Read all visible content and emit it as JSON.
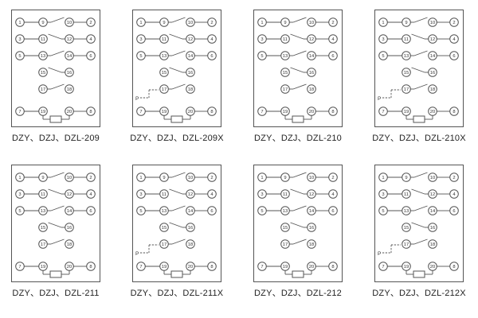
{
  "p_label": "P",
  "colors": {
    "line": "#555555",
    "text": "#333333",
    "panel_border": "#555555",
    "background": "#ffffff"
  },
  "terminal_rows": [
    {
      "left": "1",
      "a": "9",
      "b": "10",
      "right": "2",
      "type": "contact"
    },
    {
      "left": "3",
      "a": "11",
      "b": "12",
      "right": "4",
      "type": "contact"
    },
    {
      "left": "5",
      "a": "13",
      "b": "14",
      "right": "6",
      "type": "contact"
    },
    {
      "left": "",
      "a": "15",
      "b": "16",
      "right": "",
      "type": "contact"
    },
    {
      "left": "",
      "a": "17",
      "b": "18",
      "right": "",
      "type": "contact"
    },
    {
      "left": "7",
      "a": "19",
      "b": "20",
      "right": "8",
      "type": "coil"
    }
  ],
  "panels": [
    {
      "label": "DZY、DZJ、DZL-209",
      "p_marker": false
    },
    {
      "label": "DZY、DZJ、DZL-209X",
      "p_marker": true
    },
    {
      "label": "DZY、DZJ、DZL-210",
      "p_marker": false
    },
    {
      "label": "DZY、DZJ、DZL-210X",
      "p_marker": true
    },
    {
      "label": "DZY、DZJ、DZL-211",
      "p_marker": false
    },
    {
      "label": "DZY、DZJ、DZL-211X",
      "p_marker": true
    },
    {
      "label": "DZY、DZJ、DZL-212",
      "p_marker": false
    },
    {
      "label": "DZY、DZJ、DZL-212X",
      "p_marker": true
    }
  ]
}
